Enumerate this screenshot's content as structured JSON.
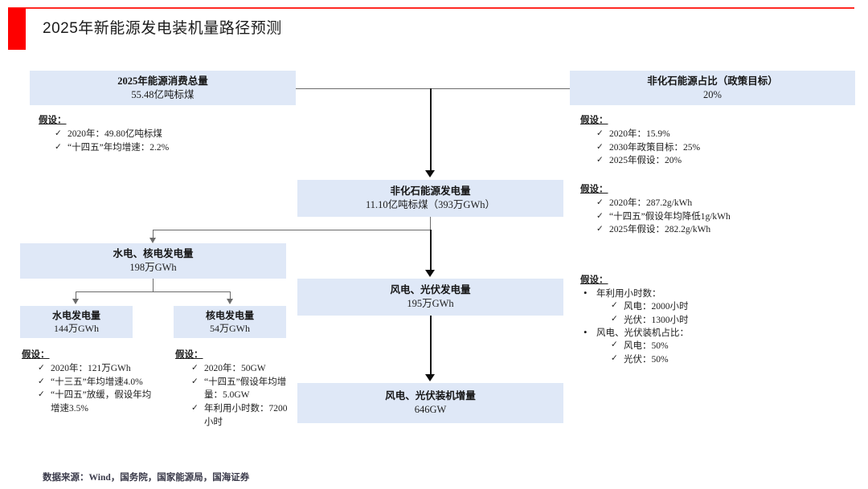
{
  "page": {
    "title": "2025年新能源发电装机量路径预测",
    "accent_color": "#fe0000",
    "box_color": "#dfe8f7",
    "source": "数据来源：Wind，国务院，国家能源局，国海证券"
  },
  "boxes": {
    "energy_total": {
      "title": "2025年能源消费总量",
      "value": "55.48亿吨标煤"
    },
    "nonfossil_share": {
      "title": "非化石能源占比（政策目标）",
      "value": "20%"
    },
    "nonfossil_gen": {
      "title": "非化石能源发电量",
      "value": "11.10亿吨标煤（393万GWh）"
    },
    "hydro_nuclear": {
      "title": "水电、核电发电量",
      "value": "198万GWh"
    },
    "hydro": {
      "title": "水电发电量",
      "value": "144万GWh"
    },
    "nuclear": {
      "title": "核电发电量",
      "value": "54万GWh"
    },
    "wind_solar_gen": {
      "title": "风电、光伏发电量",
      "value": "195万GWh"
    },
    "wind_solar_cap": {
      "title": "风电、光伏装机增量",
      "value": "646GW"
    }
  },
  "assumptions": {
    "heading": "假设：",
    "energy_total": [
      {
        "mark": "✓",
        "level": 1,
        "text": "2020年：49.80亿吨标煤"
      },
      {
        "mark": "✓",
        "level": 1,
        "text": "“十四五”年均增速：2.2%"
      }
    ],
    "nonfossil_share": [
      {
        "mark": "✓",
        "level": 1,
        "text": "2020年：15.9%"
      },
      {
        "mark": "✓",
        "level": 1,
        "text": "2030年政策目标：25%"
      },
      {
        "mark": "✓",
        "level": 1,
        "text": "2025年假设：20%"
      }
    ],
    "coal_rate": [
      {
        "mark": "✓",
        "level": 1,
        "text": "2020年：287.2g/kWh"
      },
      {
        "mark": "✓",
        "level": 1,
        "text": "“十四五”假设年均降低1g/kWh"
      },
      {
        "mark": "✓",
        "level": 1,
        "text": "2025年假设：282.2g/kWh"
      }
    ],
    "wind_solar": [
      {
        "mark": "•",
        "level": 0,
        "text": "年利用小时数："
      },
      {
        "mark": "✓",
        "level": 2,
        "text": "风电：2000小时"
      },
      {
        "mark": "✓",
        "level": 2,
        "text": "光伏：1300小时"
      },
      {
        "mark": "•",
        "level": 0,
        "text": "风电、光伏装机占比："
      },
      {
        "mark": "✓",
        "level": 2,
        "text": "风电：50%"
      },
      {
        "mark": "✓",
        "level": 2,
        "text": "光伏：50%"
      }
    ],
    "hydro": [
      {
        "mark": "✓",
        "level": 1,
        "text": "2020年：121万GWh"
      },
      {
        "mark": "✓",
        "level": 1,
        "text": "“十三五”年均增速4.0%"
      },
      {
        "mark": "✓",
        "level": 1,
        "text": "“十四五”放缓，假设年均增速3.5%"
      }
    ],
    "nuclear": [
      {
        "mark": "✓",
        "level": 1,
        "text": "2020年：50GW"
      },
      {
        "mark": "✓",
        "level": 1,
        "text": "“十四五”假设年均增量：5.0GW"
      },
      {
        "mark": "✓",
        "level": 1,
        "text": "年利用小时数：7200小时"
      }
    ]
  }
}
